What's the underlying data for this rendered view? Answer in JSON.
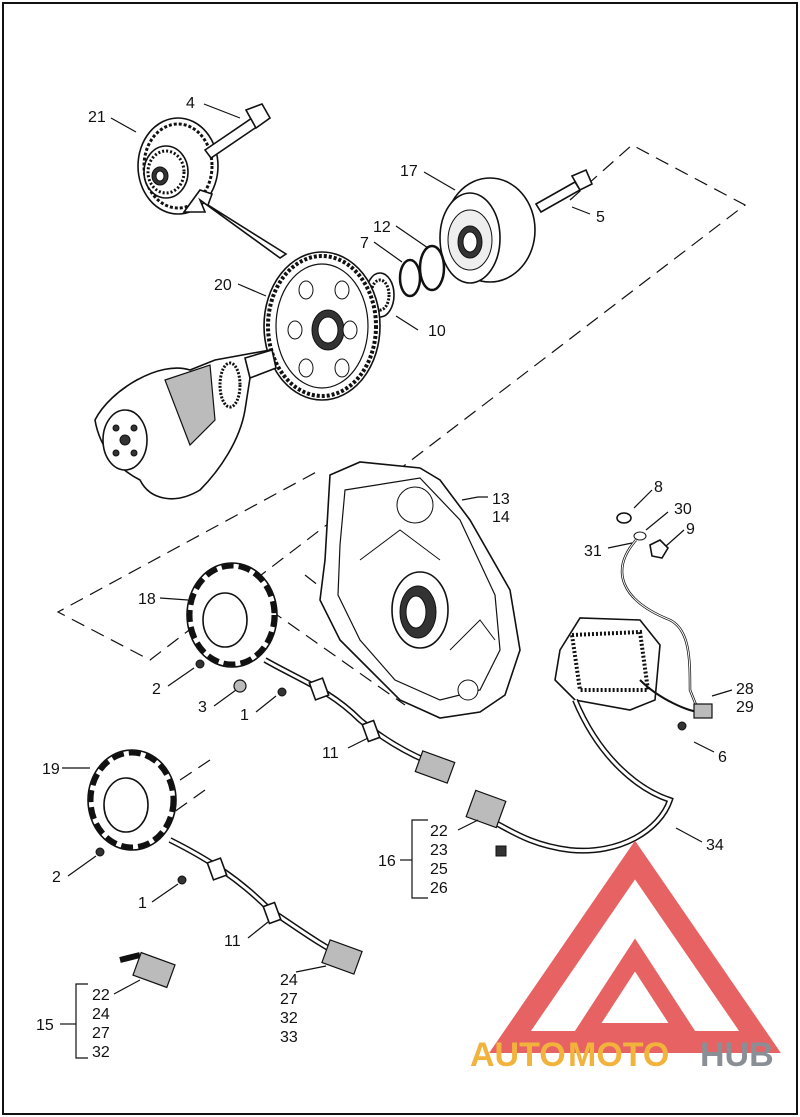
{
  "callouts": {
    "c21": "21",
    "c4": "4",
    "c17": "17",
    "c5": "5",
    "c12": "12",
    "c7": "7",
    "c20": "20",
    "c10": "10",
    "c13": "13",
    "c14": "14",
    "c8": "8",
    "c30": "30",
    "c9": "9",
    "c31": "31",
    "c18": "18",
    "c2a": "2",
    "c3": "3",
    "c1a": "1",
    "c11a": "11",
    "c28": "28",
    "c29": "29",
    "c6": "6",
    "c19": "19",
    "c34": "34",
    "c16": "16",
    "c16_22": "22",
    "c16_23": "23",
    "c16_25": "25",
    "c16_26": "26",
    "c2b": "2",
    "c1b": "1",
    "c11b": "11",
    "c24b": "24",
    "c27b": "27",
    "c32b": "32",
    "c33b": "33",
    "c15": "15",
    "c15_22": "22",
    "c15_24": "24",
    "c15_27": "27",
    "c15_32": "32"
  },
  "watermark": {
    "text_auto": "AUTO",
    "text_moto": "MOTO",
    "text_hub": "HUB",
    "color_auto": "#f2b33d",
    "color_moto": "#f2b33d",
    "color_hub": "#8a8f96",
    "logo_color": "#e34848"
  }
}
